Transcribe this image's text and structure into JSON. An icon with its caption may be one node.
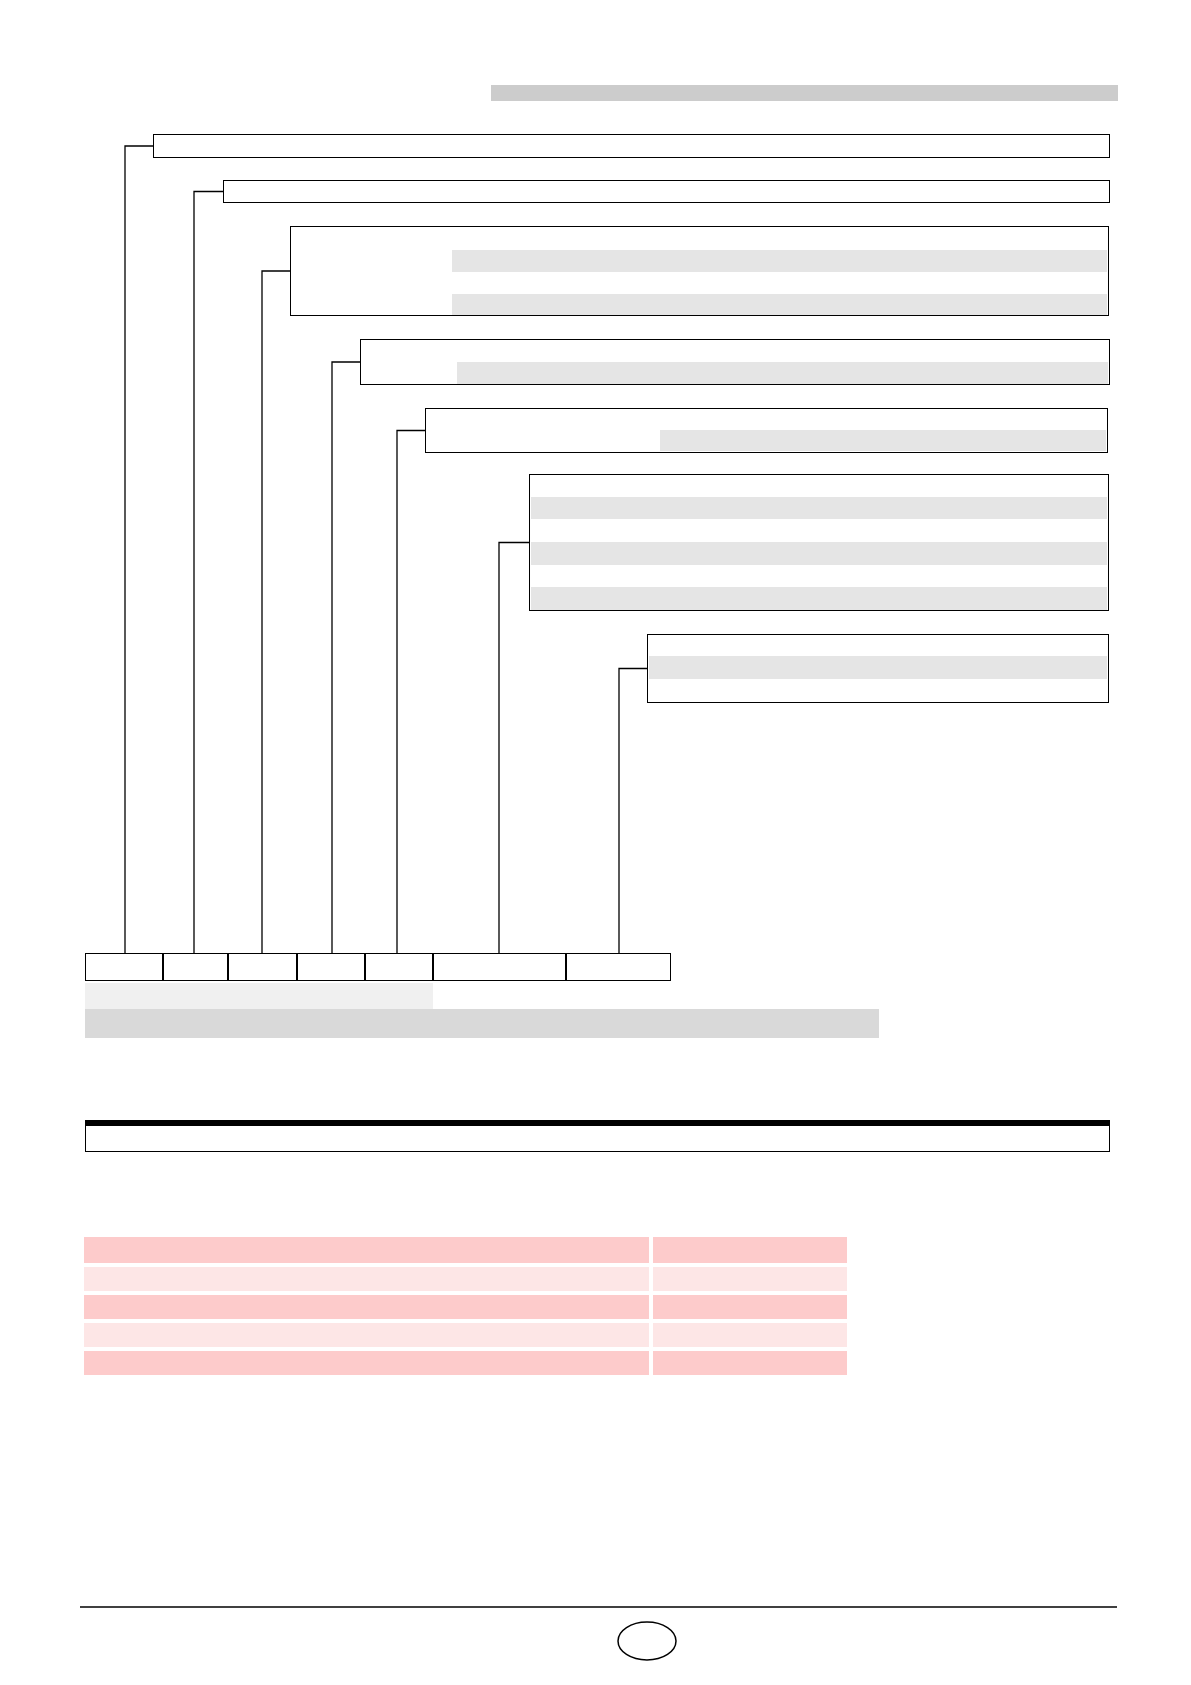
{
  "diagram": {
    "nodes": [
      {
        "text": [],
        "shape": "bar"
      },
      {
        "text": [],
        "shape": "box"
      },
      {
        "text": [],
        "shape": "box"
      },
      {
        "text": [],
        "shape": "box"
      },
      {
        "text": [],
        "shape": "box"
      },
      {
        "text": [],
        "shape": "box"
      },
      {
        "text": [],
        "shape": "box"
      },
      {
        "text": [],
        "shape": "box"
      },
      {
        "text": [],
        "shape": "box"
      },
      {
        "text": [],
        "shape": "box"
      },
      {
        "text": [],
        "shape": "box"
      },
      {
        "text": [],
        "shape": "box"
      },
      {
        "text": [],
        "shape": "box"
      },
      {
        "text": [],
        "shape": "box"
      },
      {
        "text": [],
        "shape": "box"
      },
      {
        "text": [],
        "shape": "box"
      }
    ],
    "edges": [
      {
        "from": 8,
        "to": 1,
        "arrow": "none"
      },
      {
        "from": 9,
        "to": 2,
        "arrow": "none"
      },
      {
        "from": 10,
        "to": 3,
        "arrow": "none"
      },
      {
        "from": 11,
        "to": 4,
        "arrow": "none"
      },
      {
        "from": 12,
        "to": 5,
        "arrow": "none"
      },
      {
        "from": 13,
        "to": 6,
        "arrow": "none"
      },
      {
        "from": 14,
        "to": 7,
        "arrow": "none"
      }
    ]
  }
}
